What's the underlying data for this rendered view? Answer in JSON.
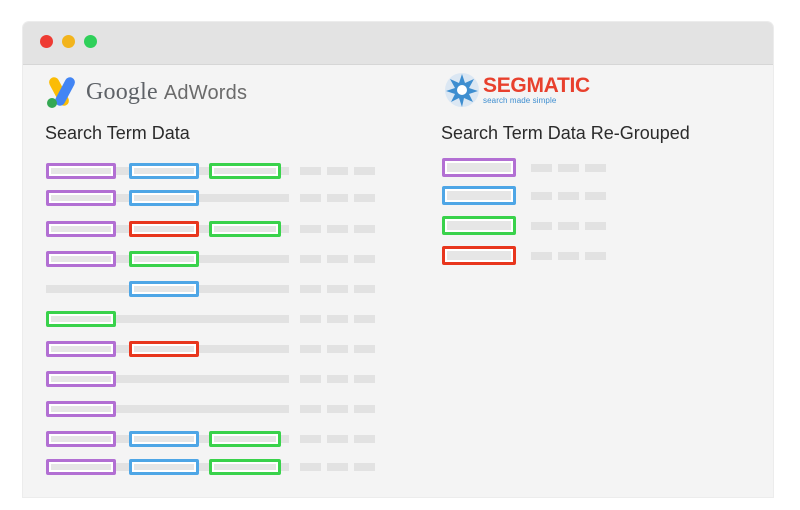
{
  "window": {
    "controls": [
      {
        "name": "close",
        "color": "#ee3b33"
      },
      {
        "name": "minimize",
        "color": "#f2b41c"
      },
      {
        "name": "zoom",
        "color": "#2fd05a"
      }
    ]
  },
  "brands": {
    "adwords": {
      "google": "Google",
      "product": "AdWords",
      "icon": "adwords-logo-icon",
      "colors": [
        "#fbbc05",
        "#4285f4",
        "#34a853"
      ]
    },
    "segmatic": {
      "name": "SEGMATIC",
      "tagline": "search made simple",
      "icon": "segmatic-logo-icon",
      "colors": [
        "#e8402d",
        "#3e8ed0"
      ]
    }
  },
  "sections": {
    "left_title": "Search Term Data",
    "right_title": "Search Term Data Re-Grouped"
  },
  "colors": {
    "purple": "#b26fd3",
    "blue": "#4ea6e6",
    "green": "#39d24b",
    "red": "#e8361d",
    "placeholder": "#e2e2e2"
  },
  "left_rows": [
    [
      "purple",
      "blue",
      "green"
    ],
    [
      "purple",
      "blue"
    ],
    [
      "purple",
      "red",
      "green"
    ],
    [
      "purple",
      "green"
    ],
    [
      "",
      "blue"
    ],
    [
      "green"
    ],
    [
      "purple",
      "red"
    ],
    [
      "purple"
    ],
    [
      "purple"
    ],
    [
      "purple",
      "blue",
      "green"
    ],
    [
      "purple",
      "blue",
      "green"
    ]
  ],
  "right_rows": [
    "purple",
    "blue",
    "green",
    "red"
  ]
}
